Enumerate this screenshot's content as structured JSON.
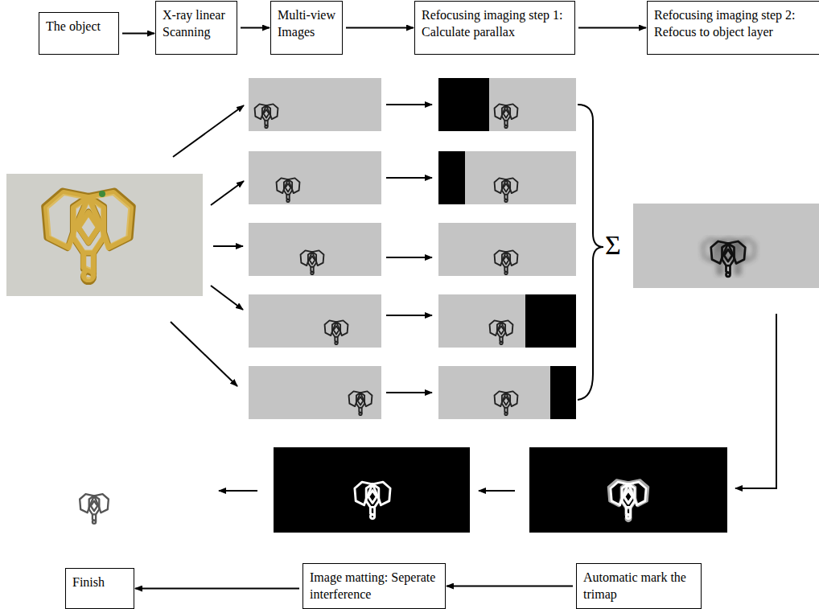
{
  "diagram": {
    "nodes": [
      {
        "text": [
          "The object"
        ]
      },
      {
        "text": [
          "X-ray linear Scanning"
        ]
      },
      {
        "text": [
          "Multi-view Images"
        ]
      },
      {
        "text": [
          "Refocusing imaging step 1: Calculate parallax"
        ]
      },
      {
        "text": [
          "Refocusing imaging step 2: Refocus to object layer"
        ]
      },
      {
        "text": [
          "Automatic mark the trimap"
        ]
      },
      {
        "text": [
          "Image matting: Seperate interference"
        ]
      },
      {
        "text": [
          "Finish"
        ]
      }
    ],
    "edges": [
      {
        "from": 0,
        "to": 1,
        "arrow": "to"
      },
      {
        "from": 1,
        "to": 2,
        "arrow": "to"
      },
      {
        "from": 2,
        "to": 3,
        "arrow": "to"
      },
      {
        "from": 3,
        "to": 4,
        "arrow": "to"
      },
      {
        "from": 5,
        "to": 6,
        "arrow": "to"
      },
      {
        "from": 6,
        "to": 7,
        "arrow": "to"
      }
    ],
    "labels": [
      "Σ"
    ]
  }
}
